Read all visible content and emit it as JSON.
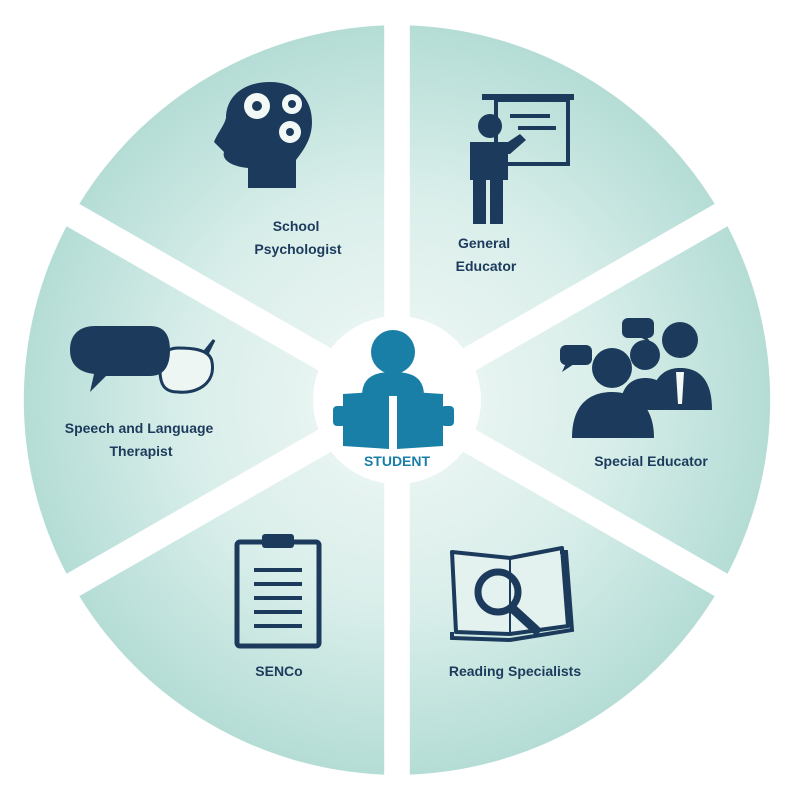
{
  "colors": {
    "segment_center": "#eef6f4",
    "segment_edge": "#b5ddd6",
    "icon": "#1c3b5c",
    "label": "#1c3b5c",
    "student": "#1a7fa6",
    "hub": "#ffffff"
  },
  "center": {
    "label": "STUDENT",
    "icon": "student-reading-icon"
  },
  "roles": [
    {
      "id": "school-psychologist",
      "lines": [
        "School",
        "Psychologist"
      ],
      "icon": "head-gears-icon"
    },
    {
      "id": "general-educator",
      "lines": [
        "General",
        "Educator"
      ],
      "icon": "teacher-whiteboard-icon"
    },
    {
      "id": "special-educator",
      "lines": [
        "Special Educator"
      ],
      "icon": "people-discussion-icon"
    },
    {
      "id": "reading-specialists",
      "lines": [
        "Reading Specialists"
      ],
      "icon": "book-magnifier-icon"
    },
    {
      "id": "senco",
      "lines": [
        "SENCo"
      ],
      "icon": "clipboard-icon"
    },
    {
      "id": "speech-language-therapist",
      "lines": [
        "Speech and Language",
        "Therapist"
      ],
      "icon": "speech-bubbles-icon"
    }
  ]
}
